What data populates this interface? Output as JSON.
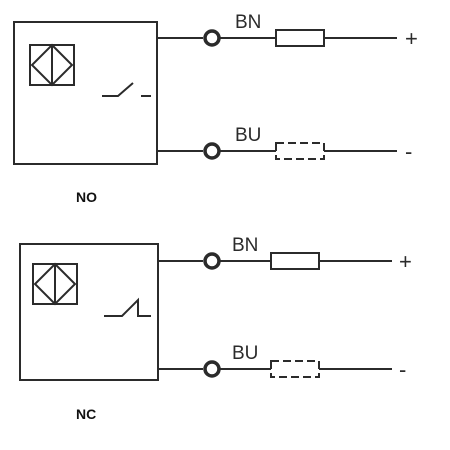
{
  "sensors": [
    {
      "id": "no",
      "caption": "NO",
      "switch_type": "normally-open",
      "outputs": [
        {
          "wire": "BN",
          "load": "solid",
          "polarity": "+"
        },
        {
          "wire": "BU",
          "load": "dashed",
          "polarity": "-"
        }
      ]
    },
    {
      "id": "nc",
      "caption": "NC",
      "switch_type": "normally-closed",
      "outputs": [
        {
          "wire": "BN",
          "load": "solid",
          "polarity": "+"
        },
        {
          "wire": "BU",
          "load": "dashed",
          "polarity": "-"
        }
      ]
    }
  ],
  "icons": {
    "sensor": "proximity-sensor-icon",
    "terminal": "terminal-circle-icon",
    "load": "resistor-icon"
  }
}
